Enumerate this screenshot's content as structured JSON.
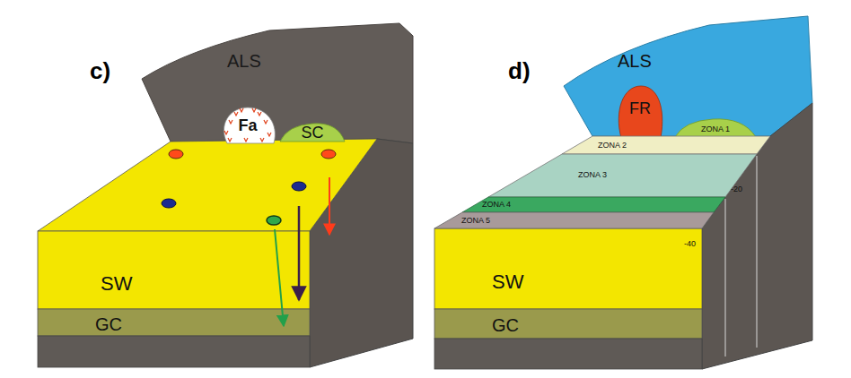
{
  "diagram": {
    "nodes": [
      {
        "text": [
          "Fa"
        ]
      },
      {
        "text": [
          "SC"
        ]
      },
      {
        "text": [
          "FR"
        ]
      },
      {
        "text": [
          "ZONA 1"
        ]
      },
      {
        "text": [
          "ZONA 2"
        ]
      },
      {
        "text": [
          "ZONA 3"
        ]
      },
      {
        "text": [
          "ZONA 4"
        ]
      },
      {
        "text": [
          "ZONA 5"
        ]
      }
    ],
    "labels": [
      "c)",
      "ALS",
      "SW",
      "GC",
      "d)",
      "ALS",
      "SW",
      "GC",
      "-20",
      "-40"
    ]
  }
}
